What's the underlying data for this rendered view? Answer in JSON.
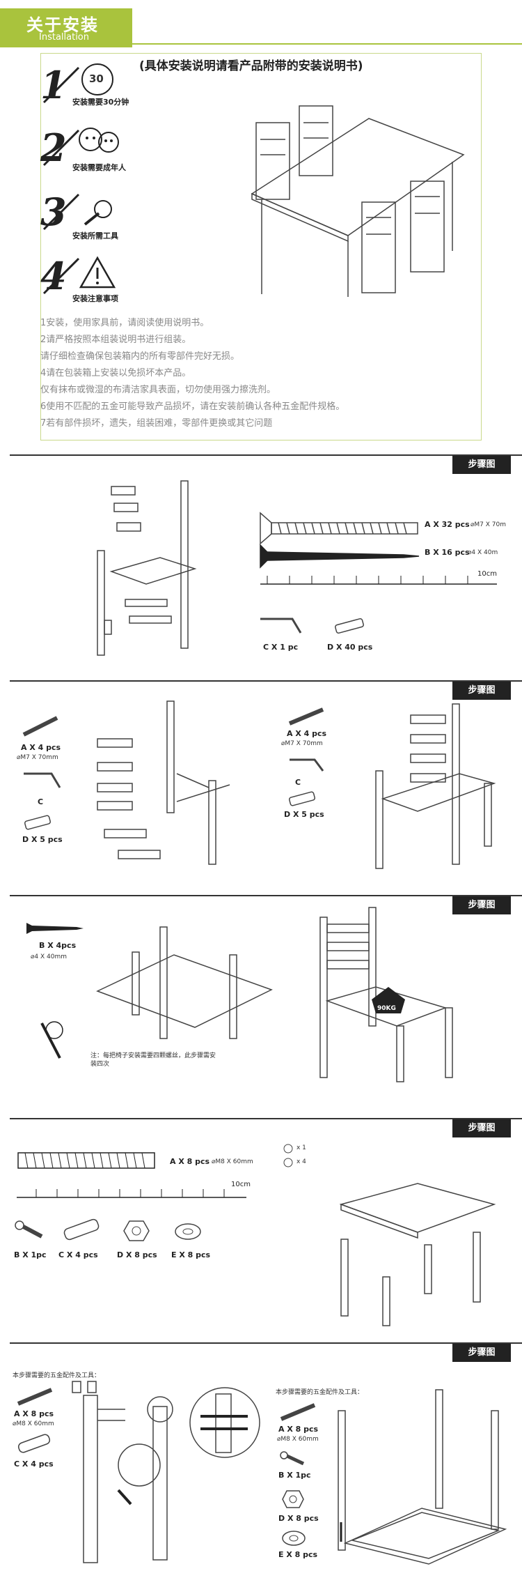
{
  "header": {
    "title": "关于安装",
    "subtitle": "Installation"
  },
  "intro": {
    "title": "(具体安装说明请看产品附带的安装说明书)",
    "steps": [
      {
        "num": "1",
        "caption": "安装需要30分钟",
        "badge": "30"
      },
      {
        "num": "2",
        "caption": "安装需要成年人"
      },
      {
        "num": "3",
        "caption": "安装所需工具"
      },
      {
        "num": "4",
        "caption": "安装注意事项"
      }
    ],
    "notes": [
      "1安装，使用家具前，请阅读使用说明书。",
      "2请严格按照本组装说明书进行组装。",
      "请仔细检查确保包装箱内的所有零部件完好无损。",
      "4请在包装箱上安装以免损坏本产品。",
      "仅有抹布或微湿的布清洁家具表面，切勿使用强力擦洗剂。",
      "6使用不匹配的五金可能导致产品损坏，请在安装前确认各种五金配件规格。",
      "7若有部件损坏，遗失，组装困难，零部件更换或其它问题"
    ]
  },
  "steps_label": "步骤图",
  "sec1": {
    "partA": "A X 32 pcs",
    "partA_spec": "⌀M7 X 70m",
    "partB": "B X 16 pcs",
    "partB_spec": "⌀4 X 40m",
    "ruler_unit": "10cm",
    "partC": "C X 1 pc",
    "partD": "D X 40 pcs"
  },
  "sec2": {
    "a_qty": "A X 4 pcs",
    "a_spec": "⌀M7 X 70mm",
    "c": "C",
    "d_qty": "D X 5 pcs",
    "a2_qty": "A X 4 pcs",
    "a2_spec": "⌀M7 X 70mm",
    "c2": "C",
    "d2_qty": "D X 5 pcs"
  },
  "sec3": {
    "b_qty": "B X 4pcs",
    "b_spec": "⌀4 X 40mm",
    "note": "注：每把椅子安装需要四颗螺丝，此步骤需安装四次",
    "weight": "90KG"
  },
  "sec4": {
    "a_qty": "A X 8 pcs",
    "a_spec": "⌀M8 X 60mm",
    "legend1": "x 1",
    "legend2": "x 4",
    "ruler_unit": "10cm",
    "b": "B X 1pc",
    "c": "C X 4 pcs",
    "d": "D X 8 pcs",
    "e": "E X 8 pcs"
  },
  "sec5": {
    "note_left": "本步骤需要的五金配件及工具：",
    "note_right": "本步骤需要的五金配件及工具：",
    "a_qty": "A X 8 pcs",
    "a_spec": "⌀M8 X 60mm",
    "c_qty": "C X 4 pcs",
    "a2_qty": "A X 8 pcs",
    "a2_spec": "⌀M8 X 60mm",
    "b2": "B X 1pc",
    "d2": "D X 8 pcs",
    "e2": "E X 8 pcs"
  }
}
